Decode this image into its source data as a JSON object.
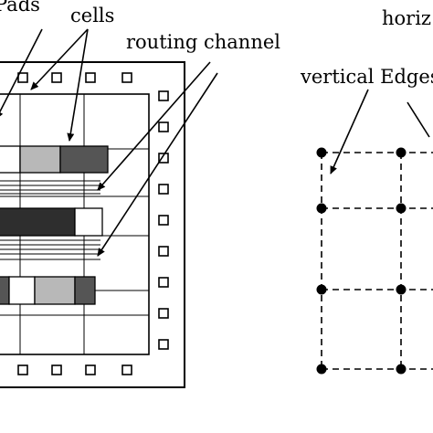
{
  "labels": {
    "pads": "Pads",
    "cells": "cells",
    "routing_channel": "routing channel",
    "vertical_edges": "vertical Edges",
    "horizontal_edges": "horiz"
  },
  "colors": {
    "line": "#000000",
    "dark_cell": "#555555",
    "darker_cell": "#2e2e2e",
    "light_cell": "#b8b8b8",
    "white_cell": "#ffffff"
  }
}
